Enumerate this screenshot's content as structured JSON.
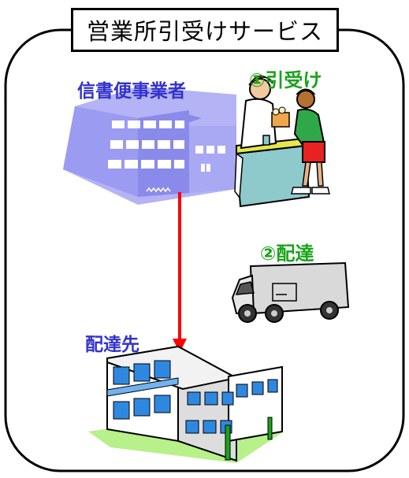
{
  "title": "営業所引受けサービス",
  "labels": {
    "company": "信書便事業者",
    "step1": "①引受け",
    "step2": "②配達",
    "destination": "配達先"
  },
  "colors": {
    "outline": "#000000",
    "label_blue": "#3333cc",
    "label_green": "#1aa31a",
    "arrow": "#ff0000",
    "office_building": "#9b9bf2",
    "destination_building": "#6fb3f0"
  },
  "icons": [
    "office-building-icon",
    "counter-clerk-icon",
    "delivery-truck-icon",
    "destination-building-icon"
  ]
}
